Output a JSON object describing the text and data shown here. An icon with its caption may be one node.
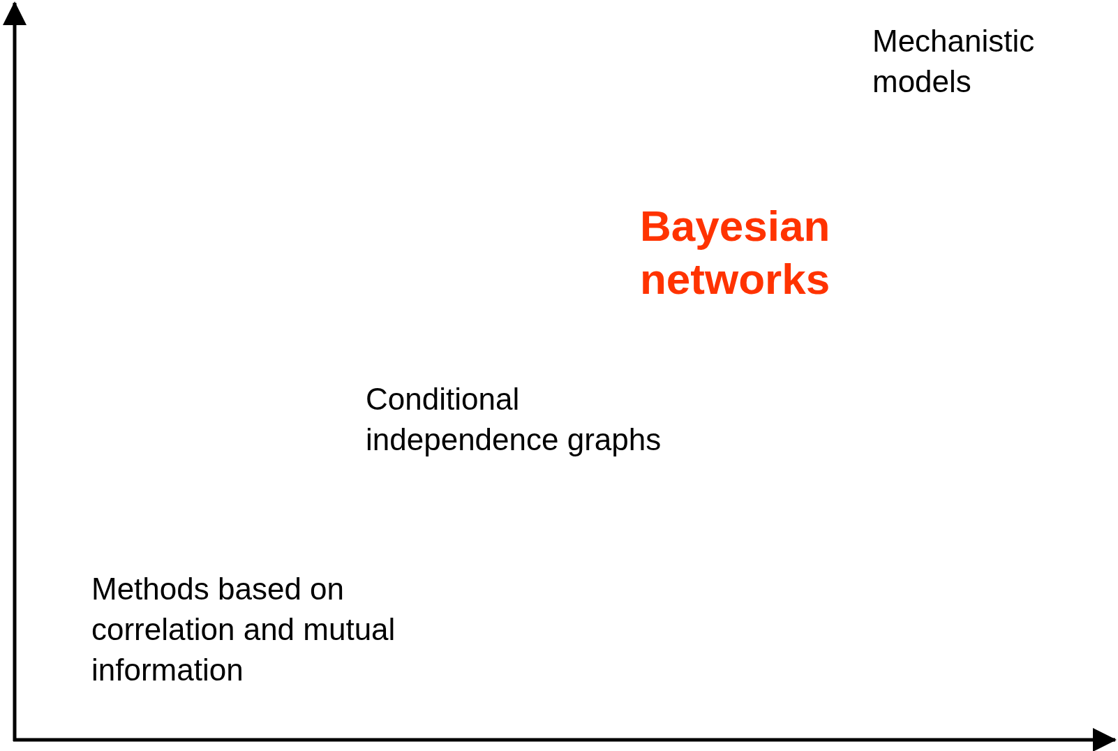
{
  "diagram": {
    "labels": [
      "Mechanistic models",
      "Bayesian networks",
      "Conditional independence graphs",
      "Methods based on correlation and mutual information"
    ]
  }
}
